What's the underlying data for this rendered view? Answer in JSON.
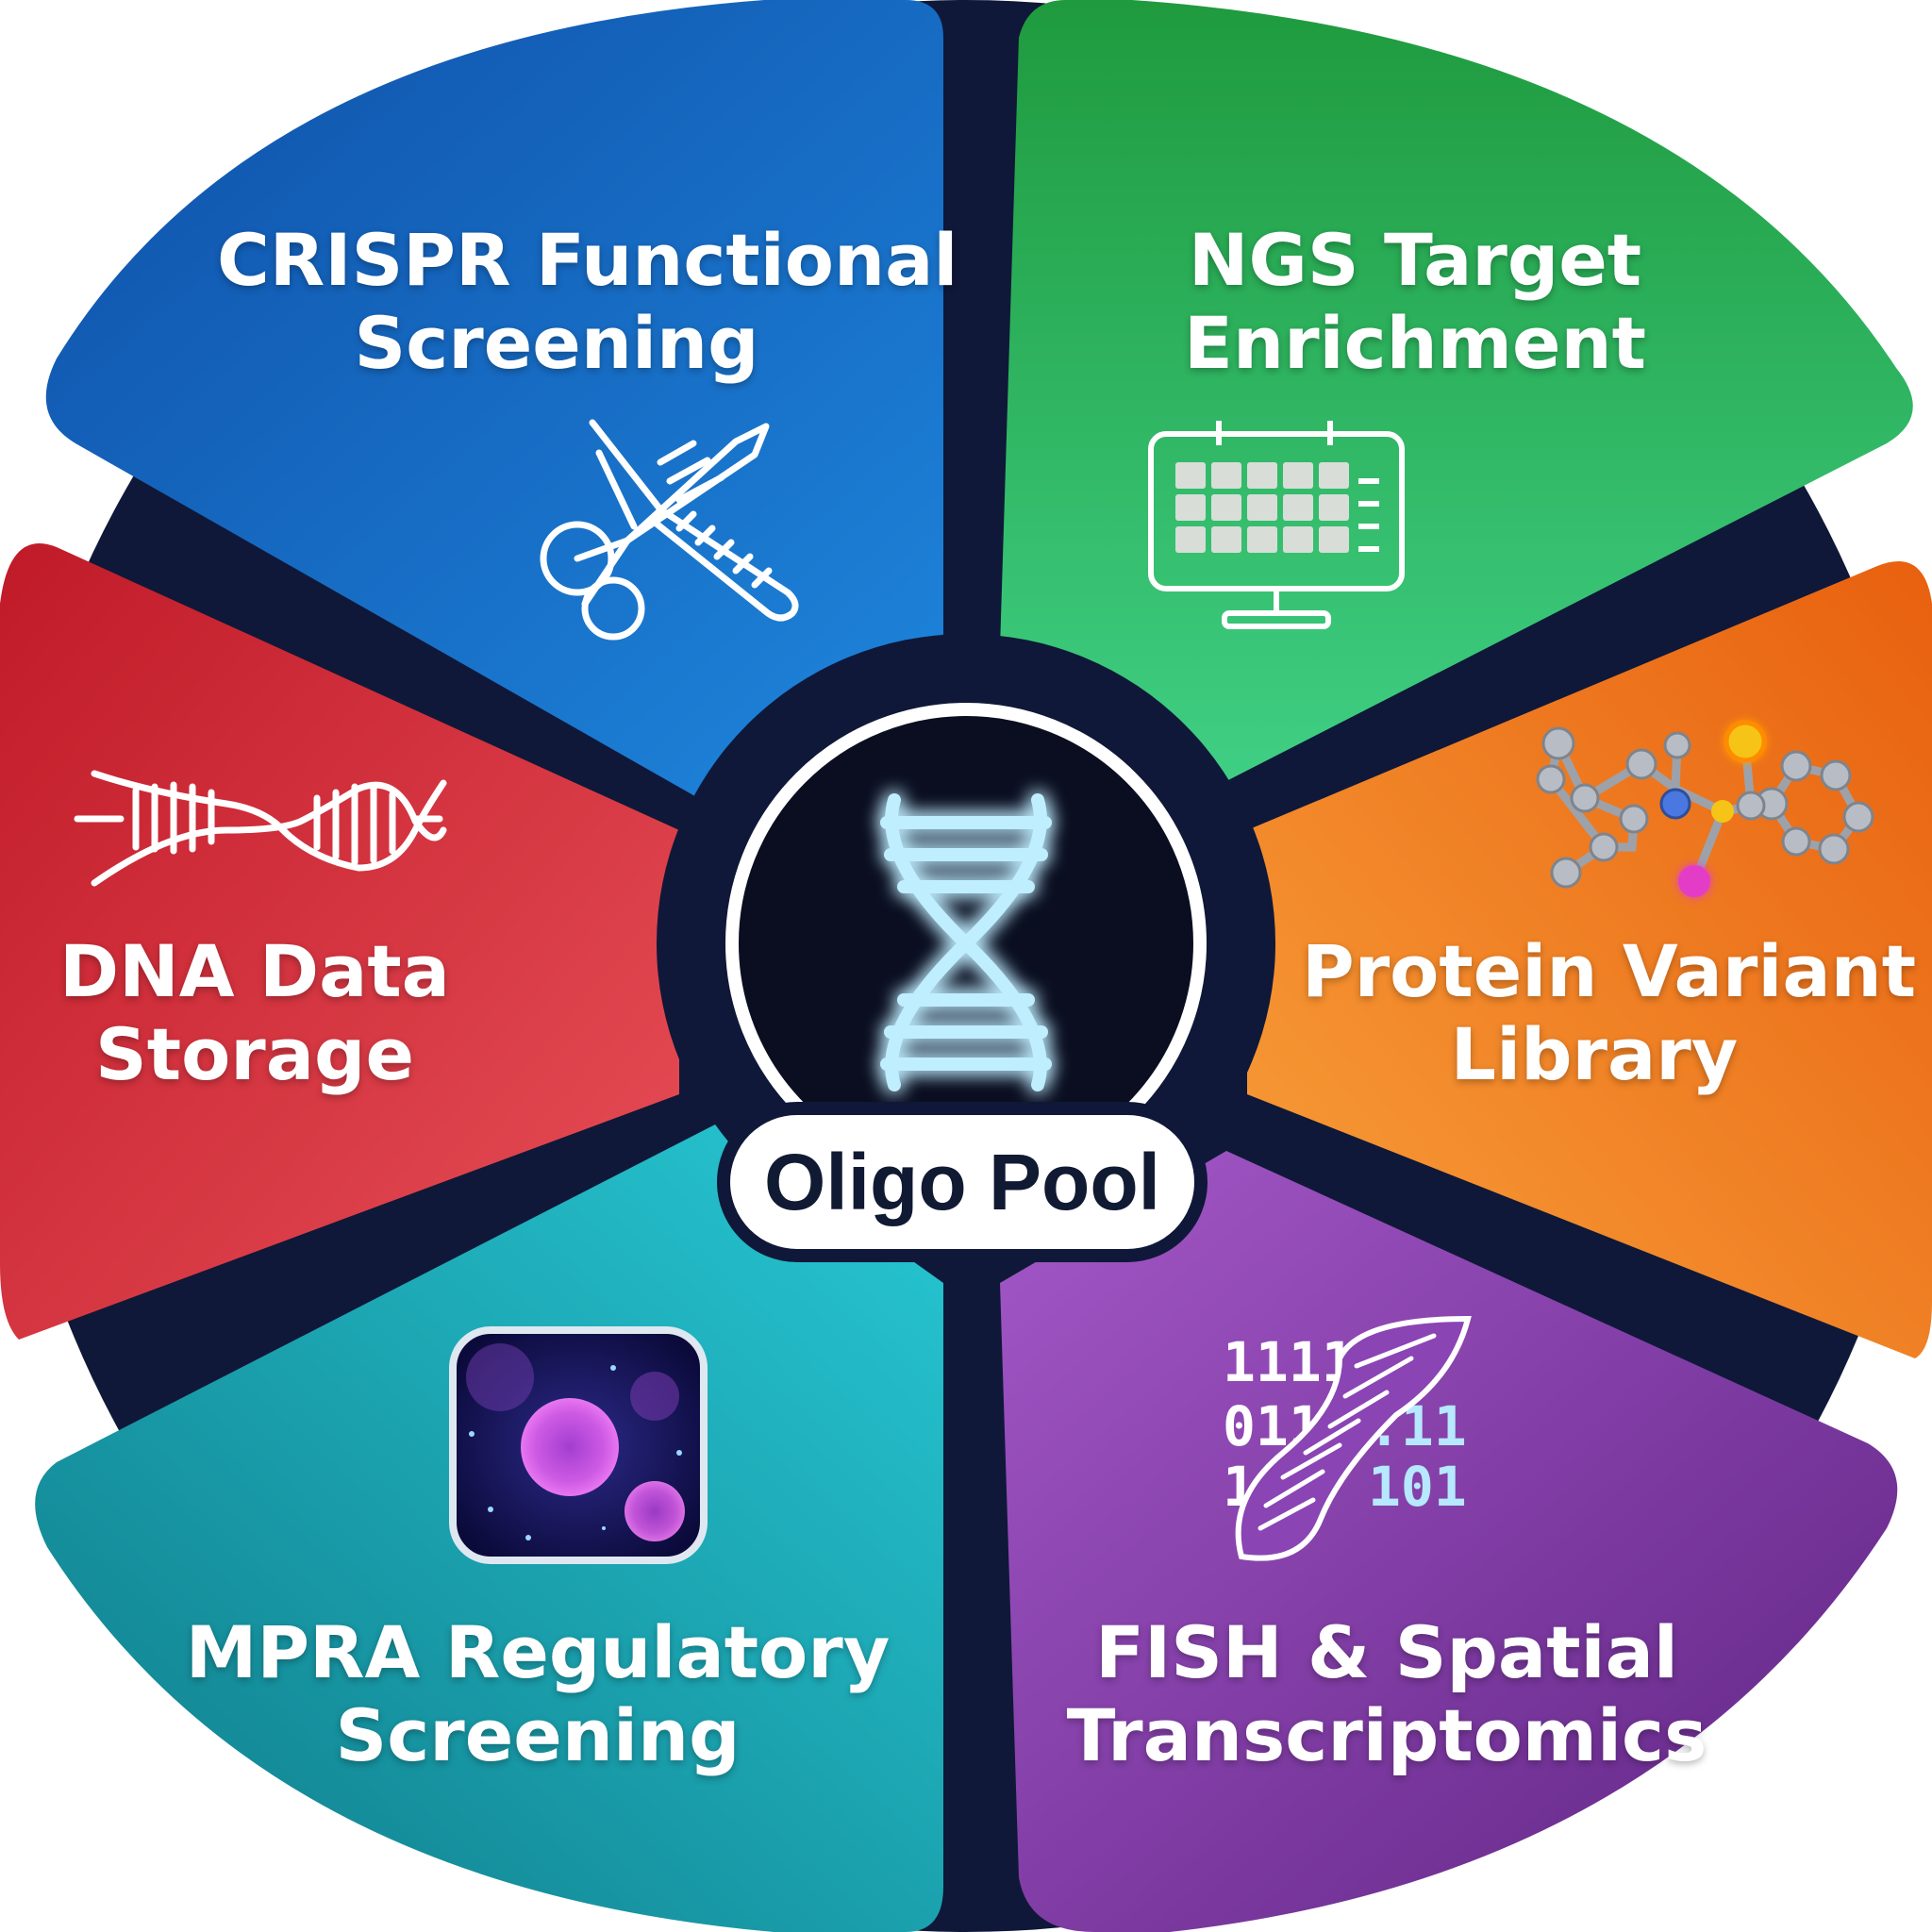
{
  "center": {
    "label": "Oligo Pool",
    "icon": "dna-helix-icon"
  },
  "segments": [
    {
      "id": "crispr",
      "line1": "CRISPR Functional",
      "line2": "Screening",
      "color_from": "#1e7fd8",
      "color_to": "#0f4fa8",
      "icon": "scissors-icon"
    },
    {
      "id": "ngs",
      "line1": "NGS Target",
      "line2": "Enrichment",
      "color_from": "#3fc97a",
      "color_to": "#1f9a3e",
      "icon": "monitor-grid-icon"
    },
    {
      "id": "protein",
      "line1": "Protein Variant",
      "line2": "Library",
      "color_from": "#f79a2c",
      "color_to": "#e86010",
      "icon": "molecule-icon"
    },
    {
      "id": "fish",
      "line1": "FISH & Spatial",
      "line2": "Transcriptomics",
      "color_from": "#9a4bc0",
      "color_to": "#6b2a8f",
      "icon": "binary-dna-icon"
    },
    {
      "id": "mpra",
      "line1": "MPRA Regulatory",
      "line2": "Screening",
      "color_from": "#22c3cf",
      "color_to": "#12808a",
      "icon": "cell-image-icon"
    },
    {
      "id": "dna",
      "line1": "DNA Data",
      "line2": "Storage",
      "color_from": "#e5474f",
      "color_to": "#c41f2a",
      "icon": "dna-strand-icon"
    }
  ],
  "binary": {
    "row1": "1111",
    "row2a": "011",
    "row2b": ".11",
    "row3a": "1",
    "row3b": "101"
  },
  "colors": {
    "background_disc": "#0f1838",
    "center_glow": "#4ec8ff",
    "molecule_gray": "#b8bcc4",
    "molecule_blue": "#4a78e0",
    "molecule_yellow": "#f5c416",
    "molecule_pink": "#e33cc8"
  }
}
